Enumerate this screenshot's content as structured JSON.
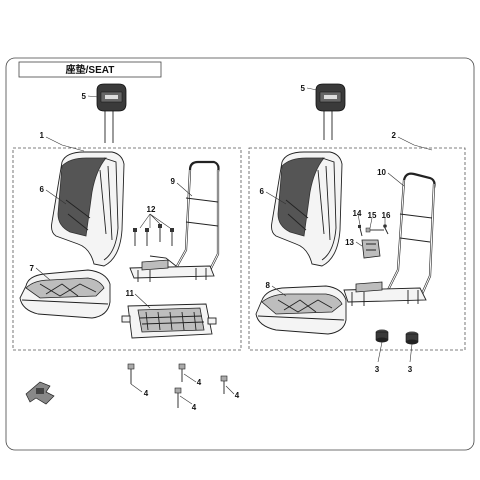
{
  "diagram": {
    "title": "座垫/SEAT",
    "callouts": {
      "c1": "1",
      "c2": "2",
      "c3a": "3",
      "c3b": "3",
      "c4a": "4",
      "c4b": "4",
      "c4c": "4",
      "c4d": "4",
      "c5a": "5",
      "c5b": "5",
      "c6a": "6",
      "c6b": "6",
      "c7": "7",
      "c8": "8",
      "c9": "9",
      "c10": "10",
      "c11": "11",
      "c12": "12",
      "c13": "13",
      "c14": "14",
      "c15": "15",
      "c16": "16"
    }
  }
}
